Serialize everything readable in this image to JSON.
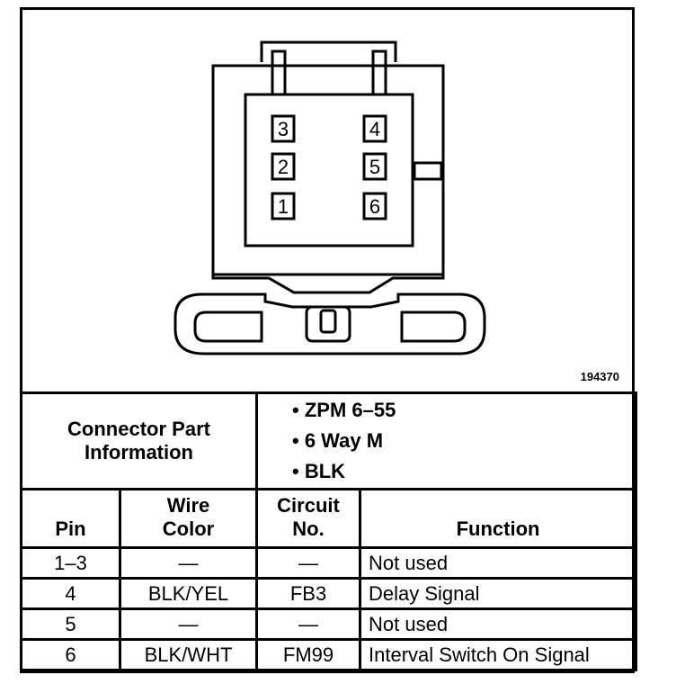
{
  "diagram": {
    "figure_id": "194370",
    "pins_left": [
      "3",
      "2",
      "1"
    ],
    "pins_right": [
      "4",
      "5",
      "6"
    ]
  },
  "connector_info": {
    "label_line1": "Connector Part",
    "label_line2": "Information",
    "items": [
      "• ZPM 6–55",
      "• 6 Way M",
      "• BLK"
    ]
  },
  "table": {
    "headers": {
      "pin": "Pin",
      "wire_line1": "Wire",
      "wire_line2": "Color",
      "circuit_line1": "Circuit",
      "circuit_line2": "No.",
      "function": "Function"
    },
    "rows": [
      {
        "pin": "1–3",
        "wire": "—",
        "circuit": "—",
        "function": "Not used"
      },
      {
        "pin": "4",
        "wire": "BLK/YEL",
        "circuit": "FB3",
        "function": "Delay Signal"
      },
      {
        "pin": "5",
        "wire": "—",
        "circuit": "—",
        "function": "Not used"
      },
      {
        "pin": "6",
        "wire": "BLK/WHT",
        "circuit": "FM99",
        "function": "Interval Switch On Signal"
      }
    ]
  }
}
